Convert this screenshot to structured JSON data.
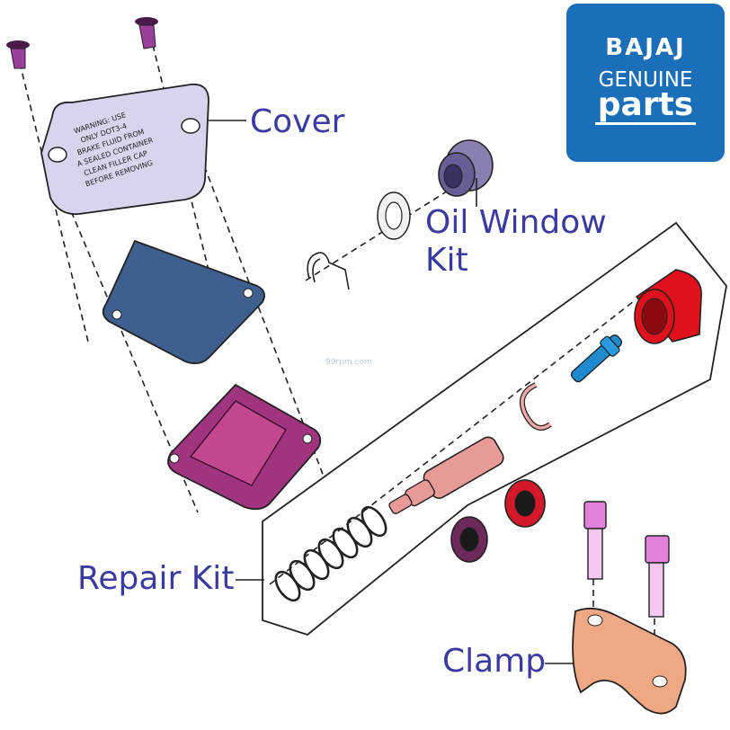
{
  "labels": {
    "cover": "Cover",
    "oil_window_line1": "Oil Window",
    "oil_window_line2": "Kit",
    "repair_kit": "Repair Kit",
    "clamp": "Clamp"
  },
  "brand": {
    "line1": "BAJAJ",
    "line2": "GENUINE",
    "line3": "parts"
  },
  "watermark": "99rpm.com",
  "cover_warning": [
    "WARNING: USE",
    "ONLY DOT3-4",
    "BRAKE FLUID FROM",
    "A SEALED CONTAINER",
    "CLEAN FILLER CAP",
    "BEFORE REMOVING"
  ],
  "colors": {
    "label_text": "#3a3aa0",
    "brand_bg": "#1a6fb8",
    "cover": "#d8d4ee",
    "plate": "#3f5f8f",
    "diaphragm": "#a0347f",
    "cup": "#e0101c",
    "pin": "#1e8ad0",
    "piston": "#e89a98",
    "seal": "#d41a2a",
    "clamp": "#f0a884",
    "bolt": "#e080d8",
    "screw": "#9a3f9a"
  }
}
